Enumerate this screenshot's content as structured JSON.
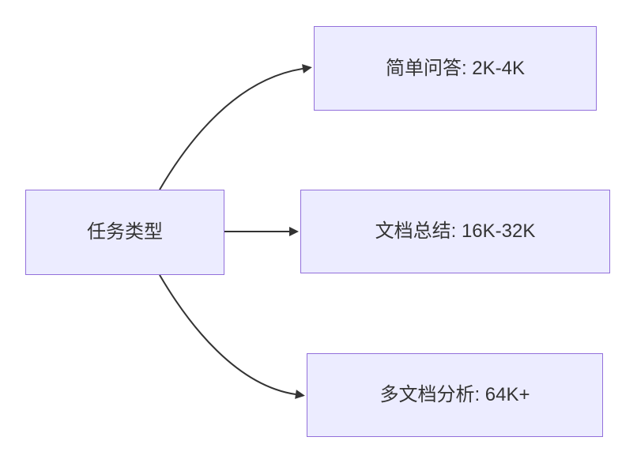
{
  "diagram": {
    "type": "flowchart-left-to-right",
    "root": {
      "label": "任务类型"
    },
    "nodes": [
      {
        "label": "简单问答: 2K-4K"
      },
      {
        "label": "文档总结: 16K-32K"
      },
      {
        "label": "多文档分析: 64K+"
      }
    ],
    "edges": [
      {
        "from": "任务类型",
        "to": "简单问答: 2K-4K"
      },
      {
        "from": "任务类型",
        "to": "文档总结: 16K-32K"
      },
      {
        "from": "任务类型",
        "to": "多文档分析: 64K+"
      }
    ],
    "colors": {
      "node-fill": "#ECECFF",
      "node-border": "#9370DB",
      "edge-color": "#333333",
      "text-color": "#333333",
      "background": "#FFFFFF"
    }
  }
}
